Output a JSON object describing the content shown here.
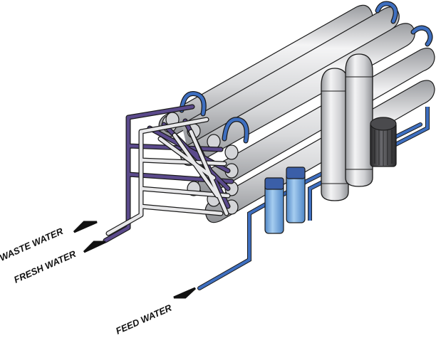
{
  "labels": {
    "waste_water": "WASTE WATER",
    "fresh_water": "FRESH WATER",
    "feed_water": "FEED WATER"
  },
  "colors": {
    "background": "#ffffff",
    "membrane_tube": "#d9dadc",
    "membrane_highlight": "#f4f4f5",
    "membrane_shade": "#9a9ca0",
    "waste_pipe": "#5b4a8c",
    "fresh_pipe": "#e8e8ea",
    "feed_pipe": "#3e6fc0",
    "filter_canister": "#78aee0",
    "motor": "#3c3c3e",
    "outline": "#1a1a1a"
  },
  "icons": [
    "arrow-left-icon",
    "arrow-right-icon"
  ]
}
